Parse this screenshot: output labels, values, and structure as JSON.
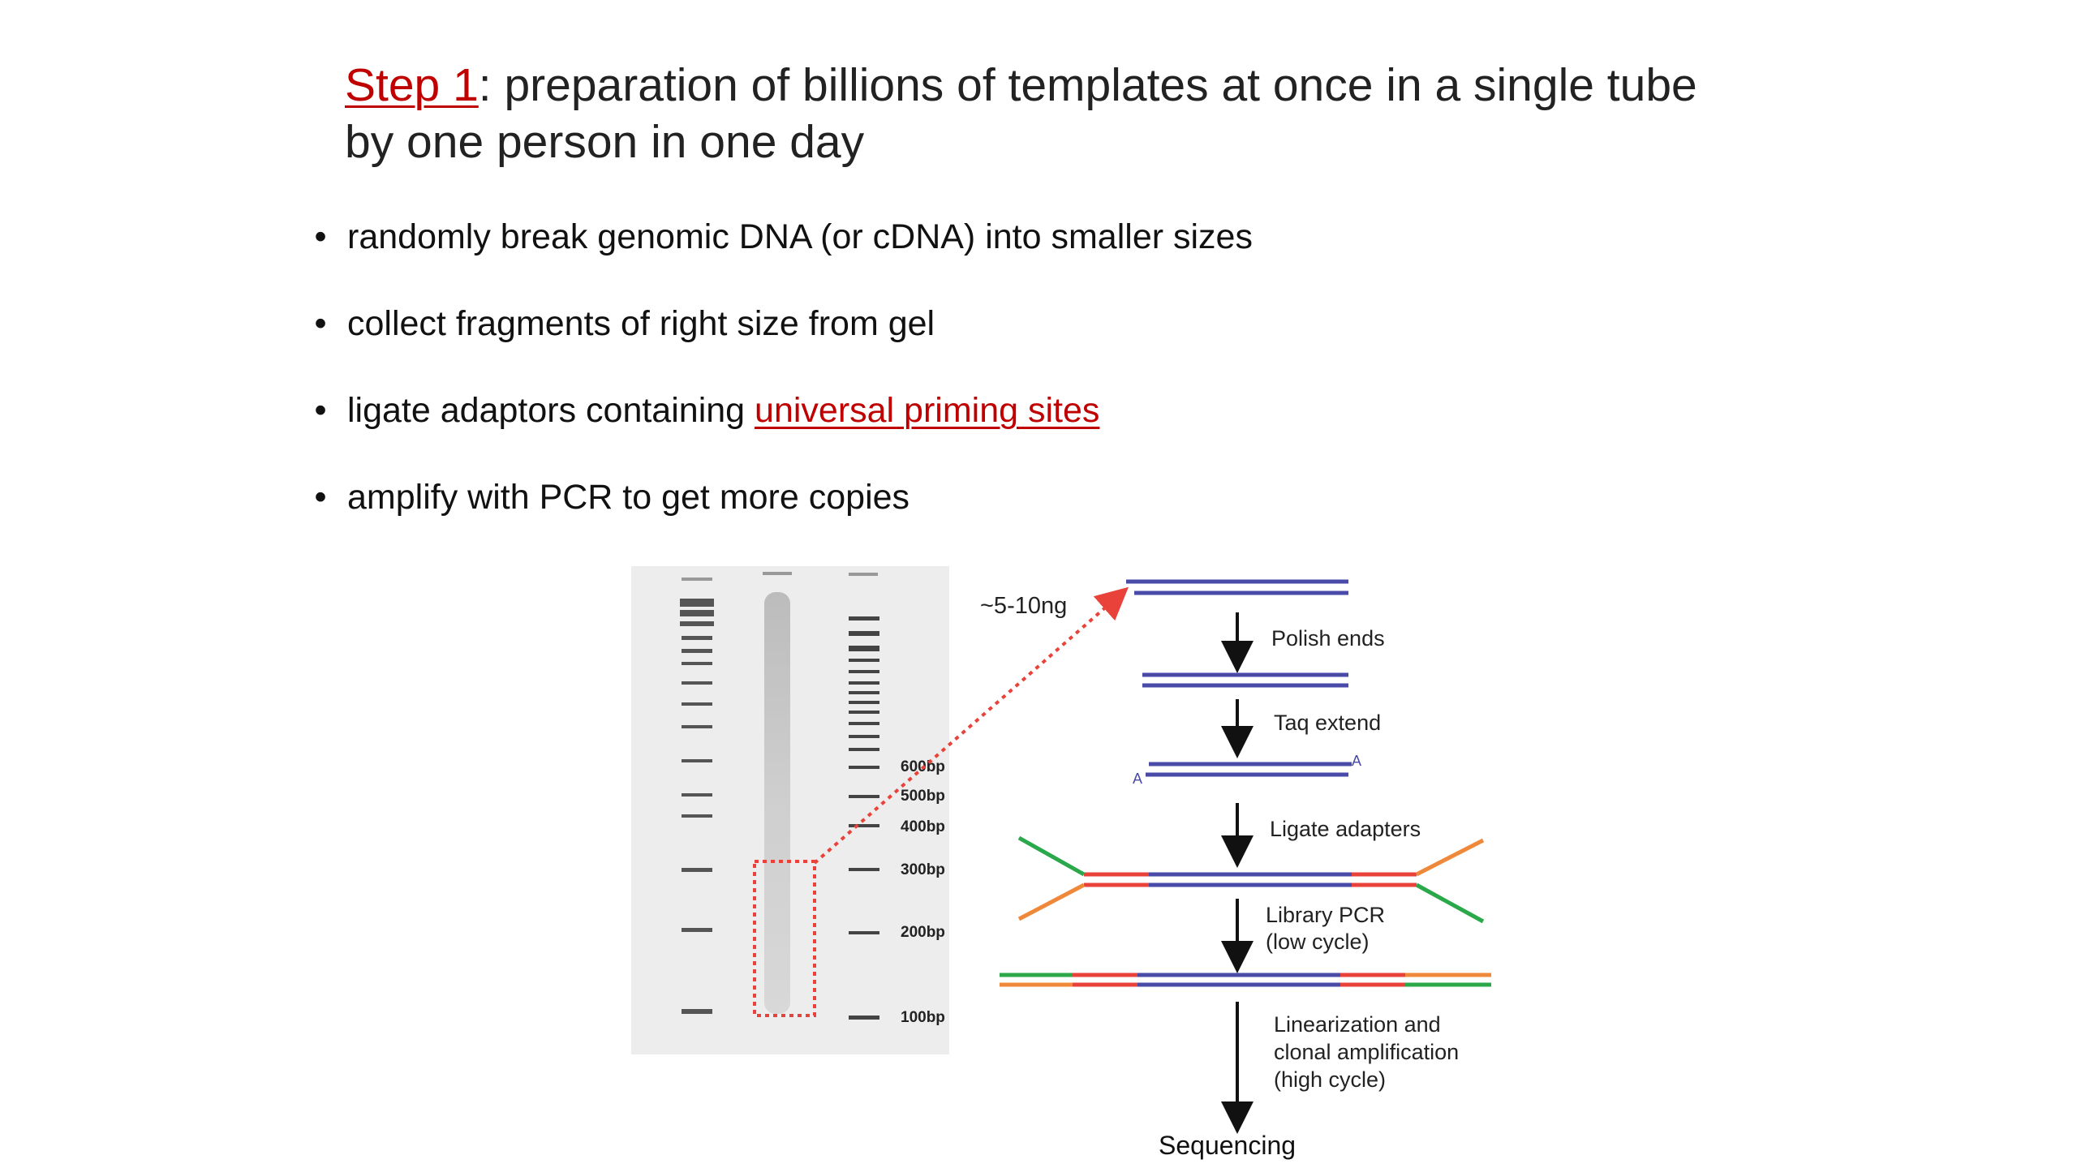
{
  "title": {
    "step": "Step 1",
    "rest": ": preparation of billions of templates at once in a single tube by one person in one day"
  },
  "bullets": [
    {
      "text": "randomly break genomic DNA (or cDNA) into smaller sizes",
      "link": ""
    },
    {
      "text": "collect fragments of right size from gel",
      "link": ""
    },
    {
      "text": "ligate adaptors containing ",
      "link": "universal priming sites"
    },
    {
      "text": "amplify with PCR to get more copies",
      "link": ""
    }
  ],
  "gel": {
    "amount_label": "~5-10ng",
    "ladder_labels": [
      "600bp",
      "500bp",
      "400bp",
      "300bp",
      "200bp",
      "100bp"
    ]
  },
  "workflow": {
    "steps": [
      "Polish ends",
      "Taq extend",
      "Ligate adapters",
      "Library PCR",
      "(low cycle)",
      "Linearization and",
      "clonal amplification",
      "(high cycle)"
    ],
    "a_overhang": "A",
    "final": "Sequencing"
  },
  "colors": {
    "accent_red": "#c00000",
    "dna_blue": "#4a4aa8",
    "adapter_red": "#e8423a",
    "adapter_green": "#2aa84a",
    "adapter_orange": "#f0883a"
  }
}
